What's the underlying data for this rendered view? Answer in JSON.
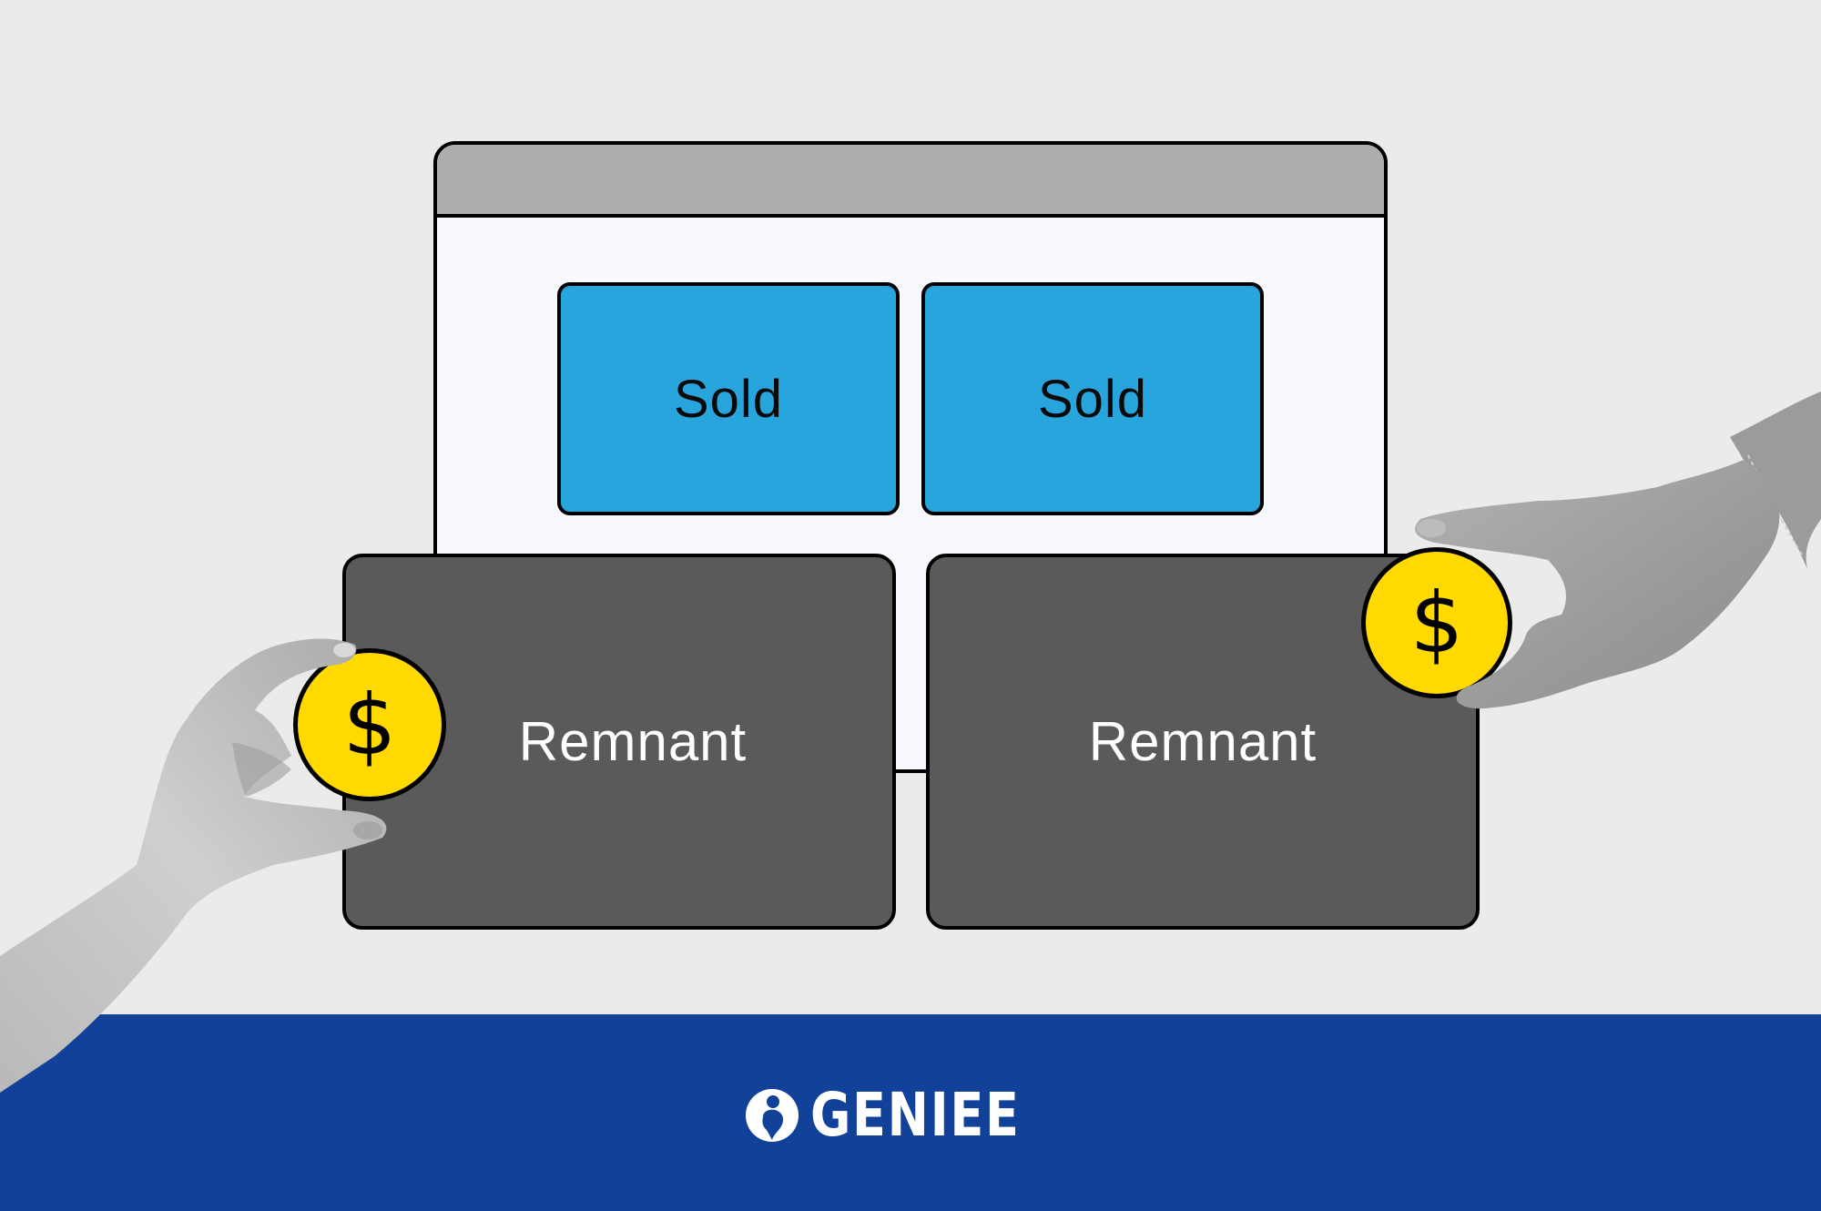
{
  "colors": {
    "background": "#ebebeb",
    "browser_titlebar": "#adadad",
    "browser_content": "#f8f8ff",
    "sold_slot": "#29a5de",
    "remnant_slot": "#5a5a5a",
    "coin": "#ffd900",
    "footer": "#12419a",
    "outline": "#000000"
  },
  "browser": {
    "slots": {
      "sold": [
        {
          "label": "Sold"
        },
        {
          "label": "Sold"
        }
      ],
      "remnant": [
        {
          "label": "Remnant"
        },
        {
          "label": "Remnant"
        }
      ]
    }
  },
  "coins": [
    {
      "symbol": "$",
      "icon": "dollar-coin-icon"
    },
    {
      "symbol": "$",
      "icon": "dollar-coin-icon"
    }
  ],
  "hands": [
    {
      "icon": "left-hand-holding-coin-icon"
    },
    {
      "icon": "right-hand-holding-coin-icon"
    }
  ],
  "footer": {
    "logo_text": "GENIEE",
    "logo_mark": "geniee-person-icon"
  }
}
